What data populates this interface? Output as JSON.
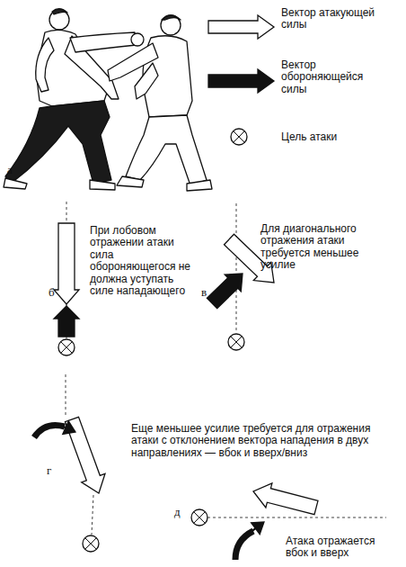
{
  "diagram": {
    "labels": [
      "а",
      "б",
      "При лобовом отражении атаки сила обороняющегося не должна уступать силе нападающего",
      "в",
      "Для диагонального отражения атаки требуется меньшее усилие",
      "г",
      "Еще меньшее усилие требуется для отражения атаки с отклонением вектора нападения в двух направлениях — вбок и вверх/вниз",
      "д",
      "Атака отражается вбок и вверх"
    ],
    "legend": [
      {
        "text": "Вектор атакующей силы"
      },
      {
        "text": "Вектор обороняющейся силы"
      },
      {
        "text": "Цель атаки"
      }
    ]
  }
}
